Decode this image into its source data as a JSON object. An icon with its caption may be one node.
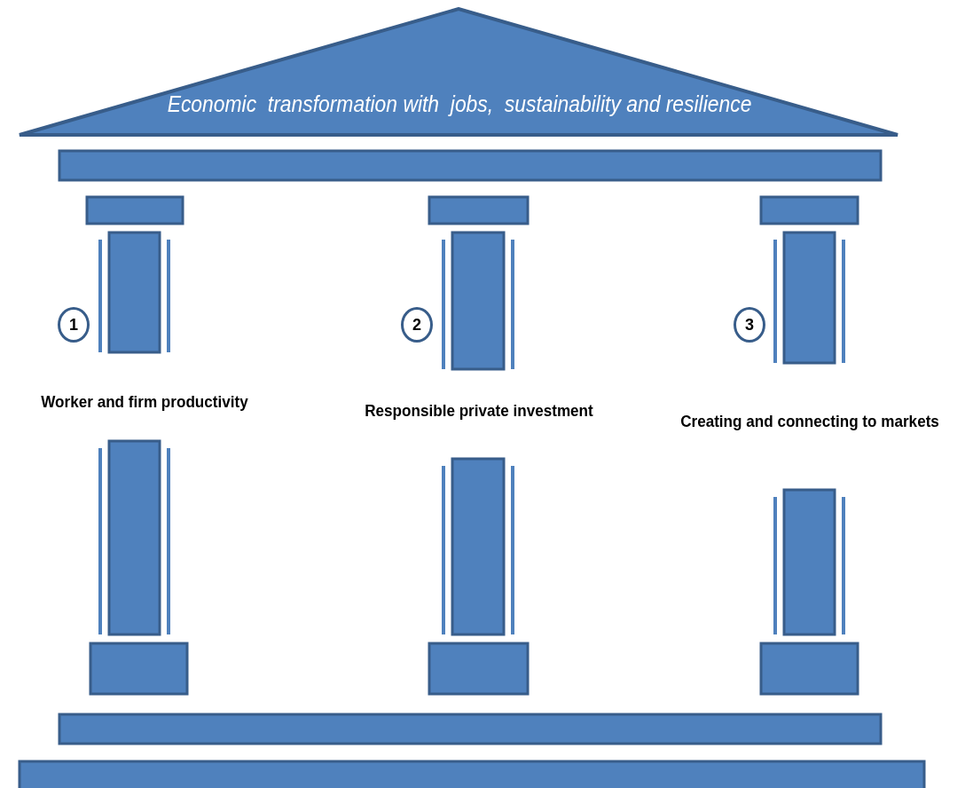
{
  "diagram": {
    "nodes": [
      {
        "text": [
          "Economic  transformation with  jobs,  sustainability and resilience"
        ]
      },
      {
        "text": [
          "1"
        ]
      },
      {
        "text": [
          "2"
        ]
      },
      {
        "text": [
          "3"
        ]
      }
    ],
    "labels": [
      "Worker and firm productivity",
      "Responsible private investment",
      "Creating and connecting to markets"
    ]
  }
}
